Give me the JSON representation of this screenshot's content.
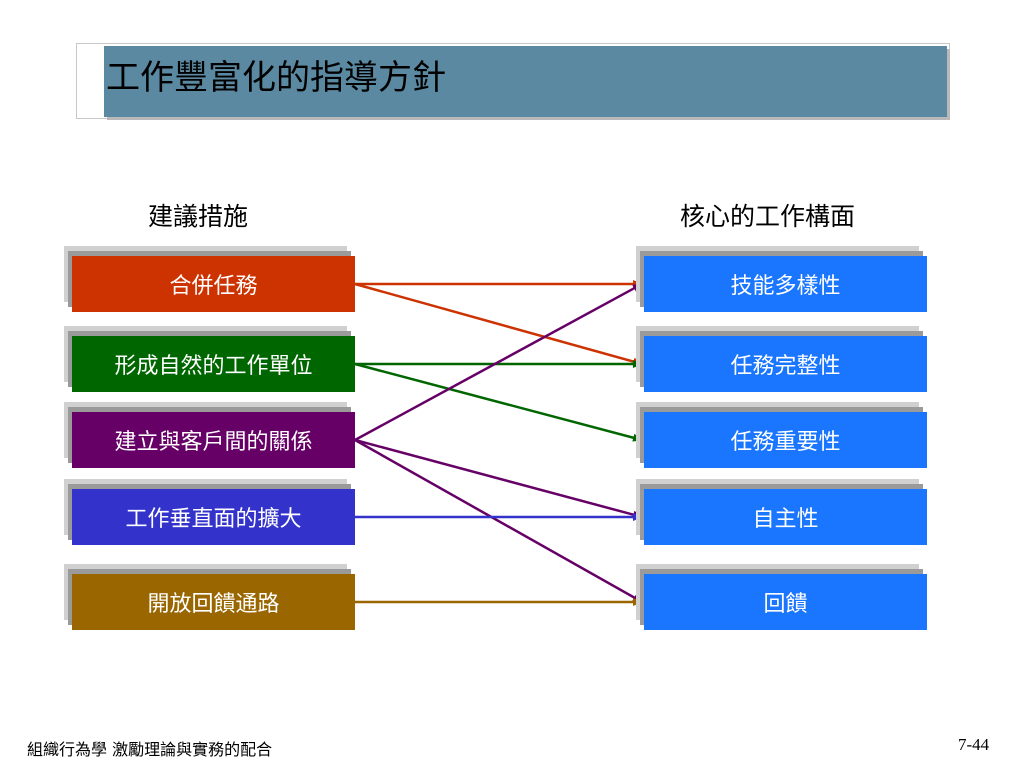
{
  "title": "工作豐富化的指導方針",
  "left_heading": "建議措施",
  "right_heading": "核心的工作構面",
  "left_items": [
    {
      "label": "合併任務",
      "color": "#cc3300"
    },
    {
      "label": "形成自然的工作單位",
      "color": "#006600"
    },
    {
      "label": "建立與客戶間的關係",
      "color": "#660066"
    },
    {
      "label": "工作垂直面的擴大",
      "color": "#3333cc"
    },
    {
      "label": "開放回饋通路",
      "color": "#996600"
    }
  ],
  "right_items": [
    {
      "label": "技能多樣性"
    },
    {
      "label": "任務完整性"
    },
    {
      "label": "任務重要性"
    },
    {
      "label": "自主性"
    },
    {
      "label": "回饋"
    }
  ],
  "right_box_color": "#1a75ff",
  "links": [
    {
      "from": 0,
      "to": 0
    },
    {
      "from": 0,
      "to": 1
    },
    {
      "from": 1,
      "to": 1
    },
    {
      "from": 1,
      "to": 2
    },
    {
      "from": 2,
      "to": 0
    },
    {
      "from": 2,
      "to": 3
    },
    {
      "from": 2,
      "to": 4
    },
    {
      "from": 3,
      "to": 3
    },
    {
      "from": 4,
      "to": 4
    }
  ],
  "footer": {
    "left": "組織行為學  激勵理論與實務的配合",
    "right": "7-44"
  }
}
